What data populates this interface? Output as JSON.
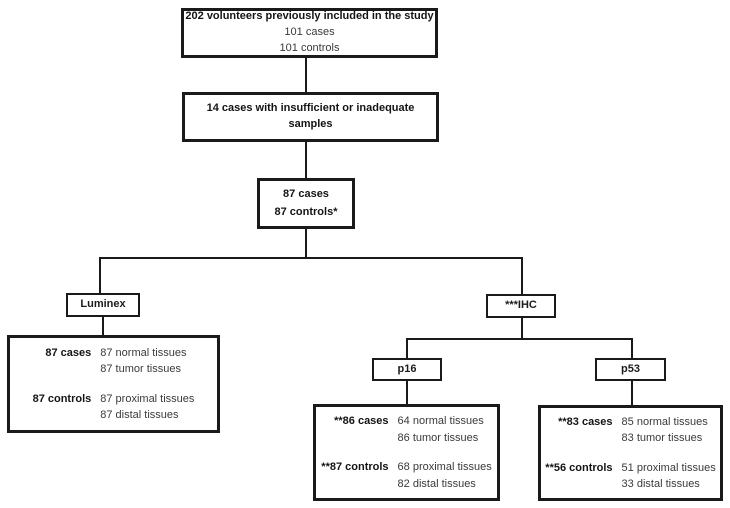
{
  "colors": {
    "border": "#1a1a1a",
    "text_bold": "#141414",
    "text_regular": "#3a3a3a",
    "background": "#ffffff"
  },
  "boxes": {
    "volunteers": {
      "title": "202 volunteers previously included in the study",
      "lines": [
        "101 cases",
        "101 controls"
      ]
    },
    "excluded": {
      "lines": [
        "14 cases with insufficient or inadequate",
        "samples"
      ]
    },
    "eligible": {
      "lines": [
        "87 cases",
        "87 controls*"
      ]
    },
    "luminex": {
      "label": "Luminex"
    },
    "ihc": {
      "label": "***IHC"
    },
    "p16": {
      "label": "p16"
    },
    "p53": {
      "label": "p53"
    },
    "luminex_detail": {
      "cases_label": "87 cases",
      "cases_lines": [
        "87 normal tissues",
        "87 tumor tissues"
      ],
      "controls_label": "87 controls",
      "controls_lines": [
        "87 proximal tissues",
        "87 distal tissues"
      ]
    },
    "p16_detail": {
      "cases_label": "**86 cases",
      "cases_lines": [
        "64 normal tissues",
        "86 tumor tissues"
      ],
      "controls_label": "**87 controls",
      "controls_lines": [
        "68 proximal tissues",
        "82 distal tissues"
      ]
    },
    "p53_detail": {
      "cases_label": "**83 cases",
      "cases_lines": [
        "85 normal tissues",
        "83 tumor tissues"
      ],
      "controls_label": "**56 controls",
      "controls_lines": [
        "51 proximal tissues",
        "33 distal tissues"
      ]
    }
  }
}
